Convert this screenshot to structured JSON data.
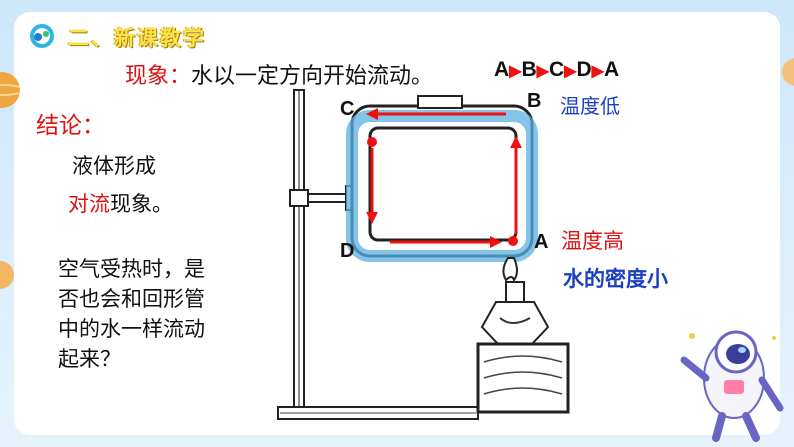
{
  "header": {
    "section_title": "二、新课教学",
    "logo_icon": "app-logo-icon"
  },
  "phenomenon": {
    "label": "现象：",
    "text": "水以一定方向开始流动。",
    "sequence": [
      "A",
      "B",
      "C",
      "D",
      "A"
    ]
  },
  "conclusion": {
    "label": "结论：",
    "line1": "液体形成",
    "line2_highlight": "对流",
    "line2_rest": "现象。"
  },
  "question": {
    "lines": [
      "空气受热时，是",
      "否也会和回形管",
      "中的水一样流动",
      "起来？"
    ]
  },
  "diagram": {
    "points": {
      "a": "A",
      "b": "B",
      "c": "C",
      "d": "D"
    },
    "temp_low": "温度低",
    "temp_high": "温度高",
    "density_low": "水的密度小"
  },
  "colors": {
    "accent_red": "#dd1111",
    "blue": "#1b3fbf",
    "title_yellow": "#ffe14d",
    "background": "#cde7fb"
  }
}
